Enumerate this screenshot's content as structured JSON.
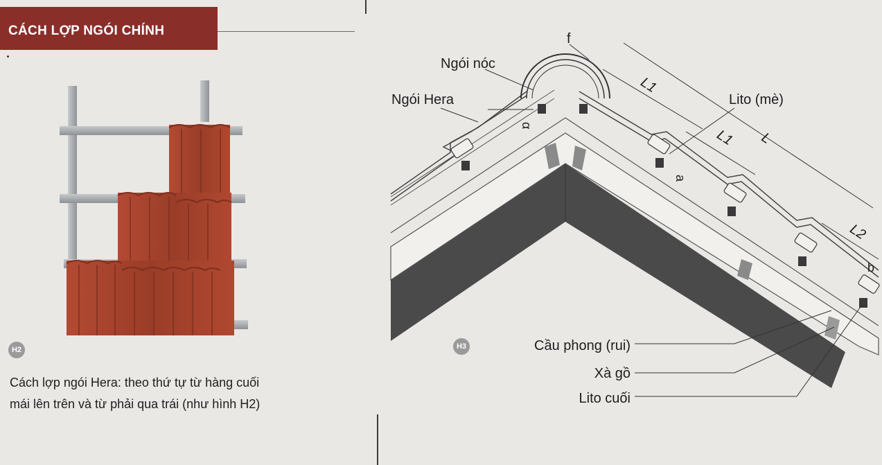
{
  "header": {
    "title": "CÁCH LỢP NGÓI CHÍNH"
  },
  "figures": {
    "h2_badge": "H2",
    "h3_badge": "H3"
  },
  "caption": {
    "line1": "Cách lợp ngói Hera: theo thứ tự từ hàng cuối",
    "line2": "mái lên trên và từ phải qua trái (như hình H2)"
  },
  "diagram_labels": {
    "ridge_tile": "Ngói nóc",
    "hera_tile": "Ngói Hera",
    "lito": "Lito (mè)",
    "f": "f",
    "L1_upper": "L1",
    "L1_lower": "L1",
    "L": "L",
    "L2": "L2",
    "alpha": "α",
    "a": "a",
    "b": "b",
    "rafter": "Cầu phong (rui)",
    "purlin": "Xà gồ",
    "end_lito": "Lito cuối"
  },
  "colors": {
    "header_bg": "#8a2e2a",
    "tile": "#a8452e",
    "tile_dark": "#7e2f1f",
    "rafter": "#4a4a4a",
    "frame": "#a9adb0",
    "background": "#e9e8e5"
  }
}
